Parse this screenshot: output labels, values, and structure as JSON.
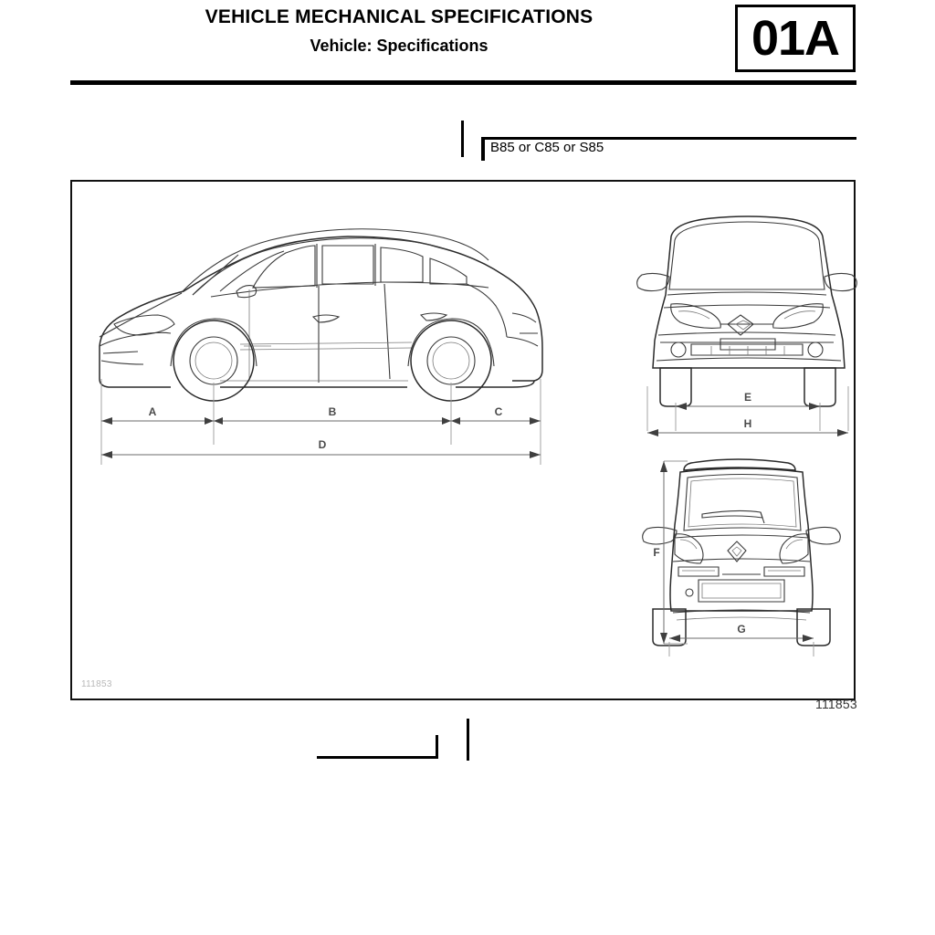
{
  "header": {
    "title": "VEHICLE MECHANICAL SPECIFICATIONS",
    "subtitle": "Vehicle: Specifications",
    "section_code": "01A"
  },
  "variant": {
    "label": "B85 or C85 or S85"
  },
  "figure": {
    "reference_inner": "111853",
    "reference_outer": "111853",
    "views": {
      "side": "vehicle-side-view",
      "front": "vehicle-front-view",
      "rear": "vehicle-rear-view"
    },
    "dimensions": {
      "side": [
        {
          "key": "A",
          "label": "A",
          "meaning": "front-overhang"
        },
        {
          "key": "B",
          "label": "B",
          "meaning": "wheelbase"
        },
        {
          "key": "C",
          "label": "C",
          "meaning": "rear-overhang"
        },
        {
          "key": "D",
          "label": "D",
          "meaning": "overall-length"
        }
      ],
      "front": [
        {
          "key": "E",
          "label": "E",
          "meaning": "front-track"
        },
        {
          "key": "H",
          "label": "H",
          "meaning": "overall-width-with-mirrors"
        }
      ],
      "rear": [
        {
          "key": "F",
          "label": "F",
          "meaning": "overall-height"
        },
        {
          "key": "G",
          "label": "G",
          "meaning": "rear-track"
        }
      ]
    }
  },
  "colors": {
    "ink": "#000000",
    "line": "#3a3a3a",
    "dimension": "#6b6b6b",
    "reference_faint": "#b8b8b8"
  }
}
